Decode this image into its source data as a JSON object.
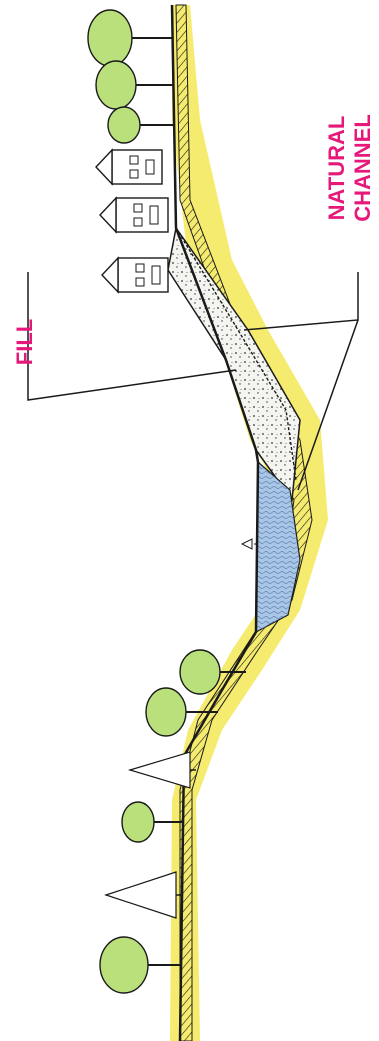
{
  "labels": {
    "fill": "FILL",
    "natural_channel_line1": "NATURAL",
    "natural_channel_line2": "CHANNEL"
  },
  "colors": {
    "label": "#e6197a",
    "ground_highlight": "#f2e64a",
    "fill_area": "#f4f4f0",
    "water": "#a9c6e6",
    "tree_foliage": "#b9e07a",
    "outline": "#1a1a1a"
  },
  "icons": {
    "tree": "deciduous-tree-icon",
    "conifer": "conifer-tree-icon",
    "house": "house-icon",
    "water_level": "water-level-marker-icon"
  }
}
